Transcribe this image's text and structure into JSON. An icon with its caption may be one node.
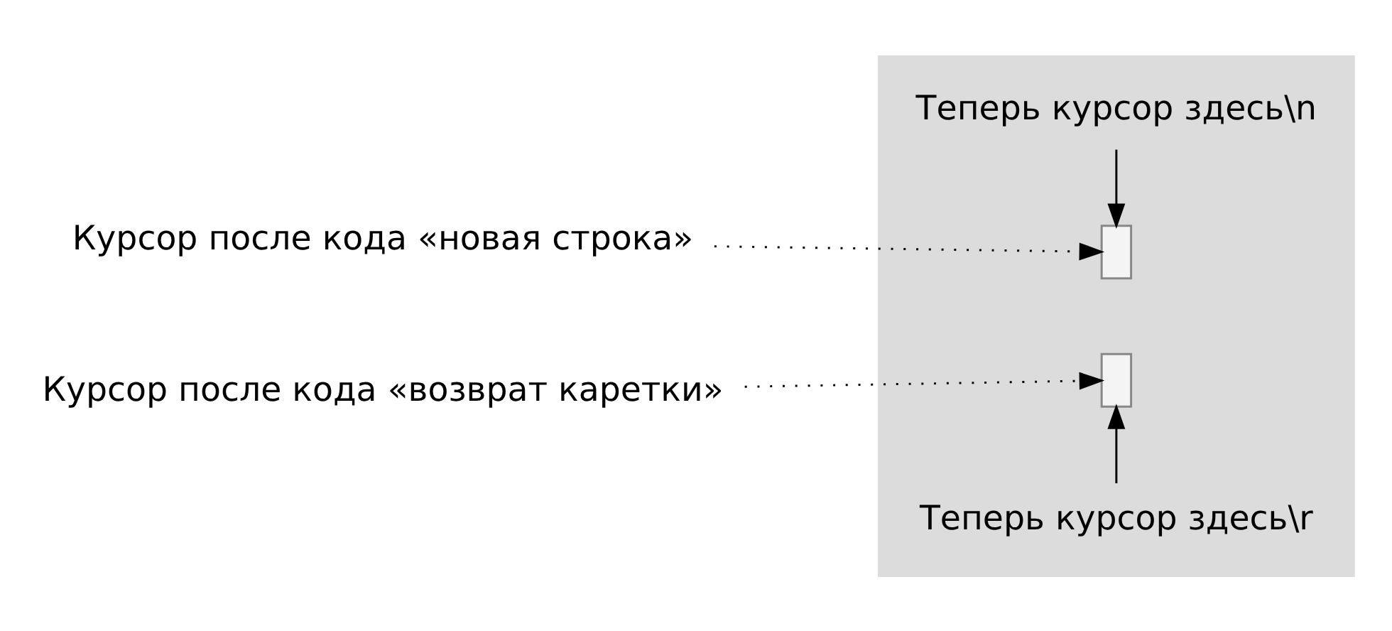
{
  "diagram": {
    "nodes": [
      {
        "text": [
          "Курсор после кода «новая строка»"
        ]
      },
      {
        "text": [],
        "shape": "box"
      },
      {
        "text": [
          "Теперь курсор здесь\\n"
        ],
        "in": 1
      },
      {
        "text": [],
        "shape": "box",
        "in": 1
      },
      {
        "text": [
          "Курсор после кода «возврат каретки»"
        ]
      },
      {
        "text": [],
        "shape": "box",
        "in": 1
      },
      {
        "text": [
          "Теперь курсор здесь\\r"
        ],
        "in": 1
      }
    ],
    "edges": [
      {
        "from": 0,
        "to": 3,
        "arrow": "to",
        "style": "dashed"
      },
      {
        "from": 2,
        "to": 3,
        "arrow": "to"
      },
      {
        "from": 4,
        "to": 5,
        "arrow": "to",
        "style": "dashed"
      },
      {
        "from": 6,
        "to": 5,
        "arrow": "to"
      }
    ]
  }
}
